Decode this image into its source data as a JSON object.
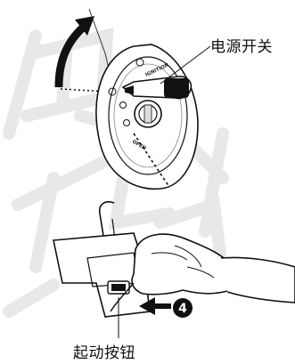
{
  "labels": {
    "power_switch": "电源开关",
    "start_button": "起动按钮"
  },
  "switch_text": {
    "ignition": "IGNITION",
    "open": "OPEN"
  },
  "step_marker": "4",
  "colors": {
    "line": "#111111",
    "watermark": "#e9e9e9",
    "marker_fill": "#111111",
    "marker_text": "#ffffff"
  }
}
